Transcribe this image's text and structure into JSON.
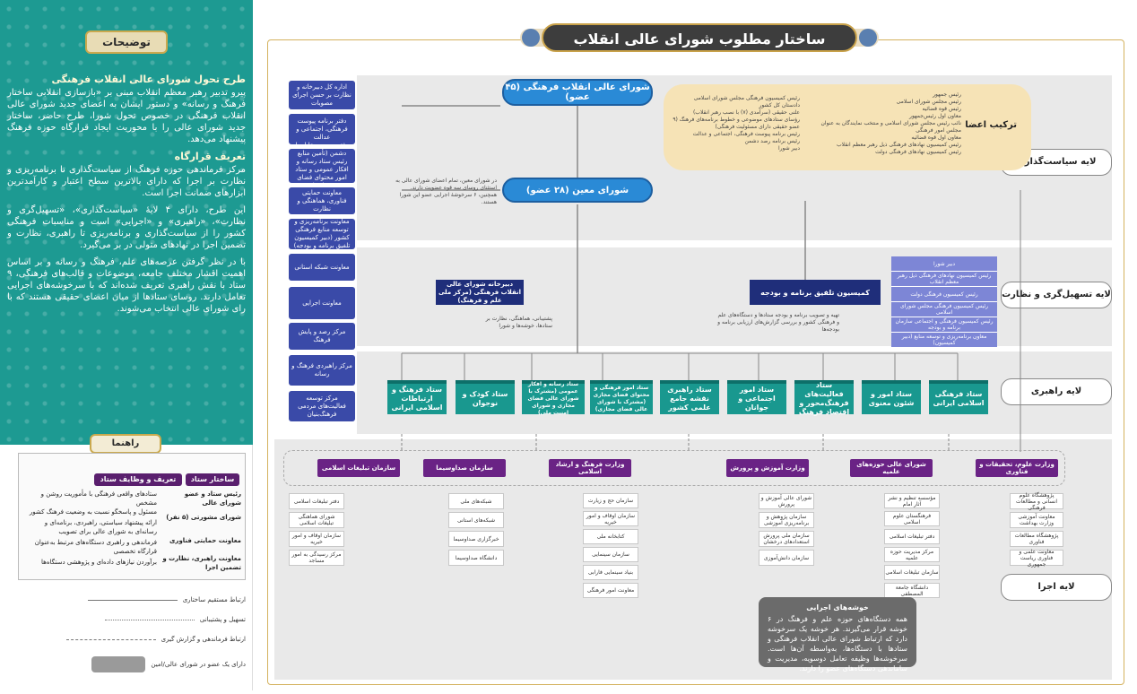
{
  "title": "ساختار مطلوب شورای عالی انقلاب فرهنگی",
  "sidebar": {
    "notes_title": "توضیحات",
    "sections": [
      {
        "heading": "طرح تحول شورای عالی انقلاب فرهنگی",
        "body": "پیرو تدبیر رهبر معظم انقلاب مبنی بر «بازسازی انقلابی ساختار فرهنگ و رسانه» و دستور ایشان به اعضای جدید شورای عالی انقلاب فرهنگی در خصوص تحول شورا، طرح حاضر، ساختار جدید شورای عالی را با محوریت ایجاد قرارگاه حوزه فرهنگ پیشنهاد می‌دهد."
      },
      {
        "heading": "تعریف قرارگاه",
        "body": "مرکز فرماندهی حوزه فرهنگ از سیاست‌گذاری تا برنامه‌ریزی و نظارت بر اجرا که دارای بالاترین سطح اعتبار و کارآمدترین ابزارهای ضمانت اجرا است."
      },
      {
        "heading": "",
        "body": "این طرح، دارای ۴ لایهٔ «سیاست‌گذاری»، «تسهیل‌گری و نظارت»، «راهبری» و «اجرایی» است و مناسبات فرهنگی کشور را از سیاست‌گذاری و برنامه‌ریزی تا راهبری، نظارت و تضمین اجرا در نهادهای متولی در بر می‌گیرد."
      },
      {
        "heading": "",
        "body": "با در نظر گرفتن عرصه‌های علم، فرهنگ و رسانه و بر اساس اهمیت اقشار مختلف جامعه، موضوعات و قالب‌های فرهنگی، ۹ ستاد با نقش راهبری تعریف شده‌اند که با سرخوشه‌های اجرایی تعامل دارند. روسای ستادها از میان اعضای حقیقی هستند که با رای شورای عالی انتخاب می‌شوند."
      }
    ],
    "guide_title": "راهنما",
    "guide": {
      "col1_header": "ساختار ستاد",
      "col2_header": "تعریف و وظایف ستاد",
      "col1_items": [
        "رئیس ستاد و عضو شورای عالی",
        "شورای مشورتی (۵ نفر)",
        "معاونت حمایتی فناوری",
        "معاونت راهبری، نظارت و تضمین اجرا"
      ],
      "col2_items": [
        "ستادهای واقعی فرهنگی با مأموریت روشن و مشخص",
        "مسئول و پاسخگو نسبت به وضعیت فرهنگ کشور",
        "ارائه پیشنهاد سیاستی، راهبردی، برنامه‌ای و رسانه‌ای به شورای عالی برای تصویب",
        "فرماندهی و راهبری دستگاه‌های مرتبط به‌عنوان قرارگاه تخصصی",
        "برآوردن نیازهای داده‌ای و پژوهشی دستگاه‌ها"
      ]
    },
    "legend": [
      "ارتباط مستقیم ساختاری",
      "تسهیل و پشتیبانی",
      "ارتباط فرماندهی و گزارش گیری",
      "دارای یک عضو در شورای عالی/امین"
    ]
  },
  "layers": [
    "لایه سیاست‌گذاری",
    "لایه تسهیل‌گری و نظارت",
    "لایه راهبری",
    "لایه اجرا"
  ],
  "policy": {
    "supreme": "شورای عالی انقلاب فرهنگی (۴۵ عضو)",
    "moin": "شورای معین (۲۸ عضو)",
    "members_title": "ترکیب اعضا",
    "members_right": [
      "رئیس جمهور",
      "رئیس مجلس شورای اسلامی",
      "رئیس قوه قضائیه",
      "معاون اول رئیس‌جمهور",
      "نائب رئیس مجلس شورای اسلامی و منتخب نمایندگان به عنوان مجلس امور فرهنگی",
      "معاون اول قوه قضائیه",
      "رئیس کمیسیون نهادهای فرهنگی ذیل رهبر معظم انقلاب",
      "رئیس کمیسیون نهادهای فرهنگی دولت"
    ],
    "members_left": [
      "رئیس کمیسیون فرهنگی مجلس شورای اسلامی",
      "دادستان کل کشور",
      "علنی حقیقی (سرآمدی (۷) با نصب رهبر انقلاب)",
      "رؤسای ستادهای موضوعی و خطوط برنامه‌های فرهنگ (۹ عضو حقیقی دارای مسئولیت فرهنگی)",
      "رئیس برنامه پیوست فرهنگی، اجتماعی و عدالت",
      "رئیس برنامه رصد دشمن",
      "دبیر شورا"
    ],
    "moin_note": "در شورای معین، تمام اعضای شورای عالی به استثنای روسای سه قوه عضویت دارند. همچنین، ۶ سرخوشهٔ اجرایی عضو این شورا هستند."
  },
  "left_column": [
    "اداره کل دبیرخانه و نظارت بر حسن اجرای مصوبات",
    "دفتر برنامه پیوست فرهنگی، اجتماعی و عدالت",
    "دفتر رصد و مقابله با دشمن (تأمین منابع رئیس ستاد رسانه و افکار عمومی و ستاد امور محتوای فضای مجازی)",
    "معاونت حمایتی فناوری، هماهنگی و نظارت",
    "معاونت برنامه‌ریزی و توسعه منابع فرهنگی کشور (دبیر کمیسیون تلفیق برنامه و بودجه)",
    "معاونت شبکه استانی",
    "معاونت اجرایی",
    "مرکز رصد و پایش فرهنگ",
    "مرکز راهبردی فرهنگ و رسانه",
    "مرکز توسعه فعالیت‌های مردمی فرهنگ‌بنیان"
  ],
  "facilitation": {
    "secretariat": "دبیرخانه شورای عالی انقلاب فرهنگی (مرکز ملی علم و فرهنگ)",
    "budget": "کمیسیون تلفیق برنامه و بودجه",
    "sec_note": "پشتیبانی، هماهنگی، نظارت بر ستادها، خوشه‌ها و شورا",
    "budget_note": "تهیه و تصویب برنامه و بودجه ستادها و دستگاه‌های علم و فرهنگی کشور و بررسی گزارش‌های ارزیابی برنامه و بودجه‌ها",
    "commission_members": [
      "دبیر شورا",
      "رئیس کمیسیون نهادهای فرهنگی ذیل رهبر معظم انقلاب",
      "رئیس کمیسیون فرهنگی دولت",
      "رئیس کمیسیون فرهنگی مجلس شورای اسلامی",
      "رئیس کمیسیون فرهنگی و اجتماعی سازمان برنامه و بودجه",
      "معاون برنامه‌ریزی و توسعه منابع (دبیر کمیسیون)"
    ]
  },
  "headquarters": [
    "ستاد فرهنگی اسلامی ایرانی",
    "ستاد امور و شئون معنوی",
    "ستاد فعالیت‌های فرهنگ‌محور و اقتصاد فرهنگ",
    "ستاد امور اجتماعی و جوانان",
    "ستاد راهبری نقشه جامع علمی کشور",
    "ستاد امور فرهنگی و محتوای فضای مجازی (مشترک با شورای عالی فضای مجازی)",
    "ستاد رسانه و افکار عمومی (مشترک با شورای عالی فضای مجازی و شورای امنیت ملی)",
    "ستاد کودک و نوجوان",
    "ستاد فرهنگ و ارتباطات اسلامی ایرانی"
  ],
  "clusters": [
    {
      "name": "وزارت علوم، تحقیقات و فناوری",
      "items": [
        "پژوهشگاه علوم انسانی و مطالعات فرهنگی",
        "معاونت آموزشی وزارت بهداشت",
        "پژوهشگاه مطالعات فناوری",
        "معاونت علمی و فناوری ریاست جمهوری"
      ]
    },
    {
      "name": "شورای عالی حوزه‌های علمیه",
      "items": [
        "مؤسسه تنظیم و نشر آثار امام",
        "فرهنگستان علوم اسلامی",
        "دفتر تبلیغات اسلامی",
        "مرکز مدیریت حوزه علمیه",
        "سازمان تبلیغات اسلامی",
        "دانشگاه جامعة المصطفی"
      ]
    },
    {
      "name": "وزارت آموزش و پرورش",
      "items": [
        "شورای عالی آموزش و پرورش",
        "سازمان پژوهش و برنامه‌ریزی آموزشی",
        "سازمان ملی پرورش استعدادهای درخشان",
        "سازمان دانش‌آموزی"
      ]
    },
    {
      "name": "وزارت فرهنگ و ارشاد اسلامی",
      "items": [
        "سازمان حج و زیارت",
        "سازمان اوقاف و امور خیریه",
        "کتابخانه ملی",
        "سازمان سینمایی",
        "بنیاد سینمایی فارابی",
        "معاونت امور فرهنگی"
      ]
    },
    {
      "name": "سازمان صداوسیما",
      "items": [
        "شبکه‌های ملی",
        "شبکه‌های استانی",
        "خبرگزاری صداوسیما",
        "دانشگاه صداوسیما"
      ]
    },
    {
      "name": "سازمان تبلیغات اسلامی",
      "items": [
        "دفتر تبلیغات اسلامی",
        "شورای هماهنگی تبلیغات اسلامی",
        "سازمان اوقاف و امور خیریه",
        "مرکز رسیدگی به امور مساجد"
      ]
    }
  ],
  "clusters_note": {
    "title": "خوشه‌های اجرایی",
    "body": "همه دستگاه‌های حوزه علم و فرهنگ در ۶ خوشه قرار می‌گیرند. هر خوشه یک سرخوشه دارد که ارتباط شورای عالی انقلاب فرهنگی و ستادها با دستگاه‌ها، به‌واسطه آن‌ها است. سرخوشه‌ها وظیفه تعامل دوسویه، مدیریت و ساماندهی دستگاه‌های عضو را دارند."
  },
  "colors": {
    "teal": "#1d9a92",
    "navy": "#3a4aa8",
    "purple": "#6a2385",
    "gold": "#c9a24a",
    "blue": "#2a8ad6"
  }
}
